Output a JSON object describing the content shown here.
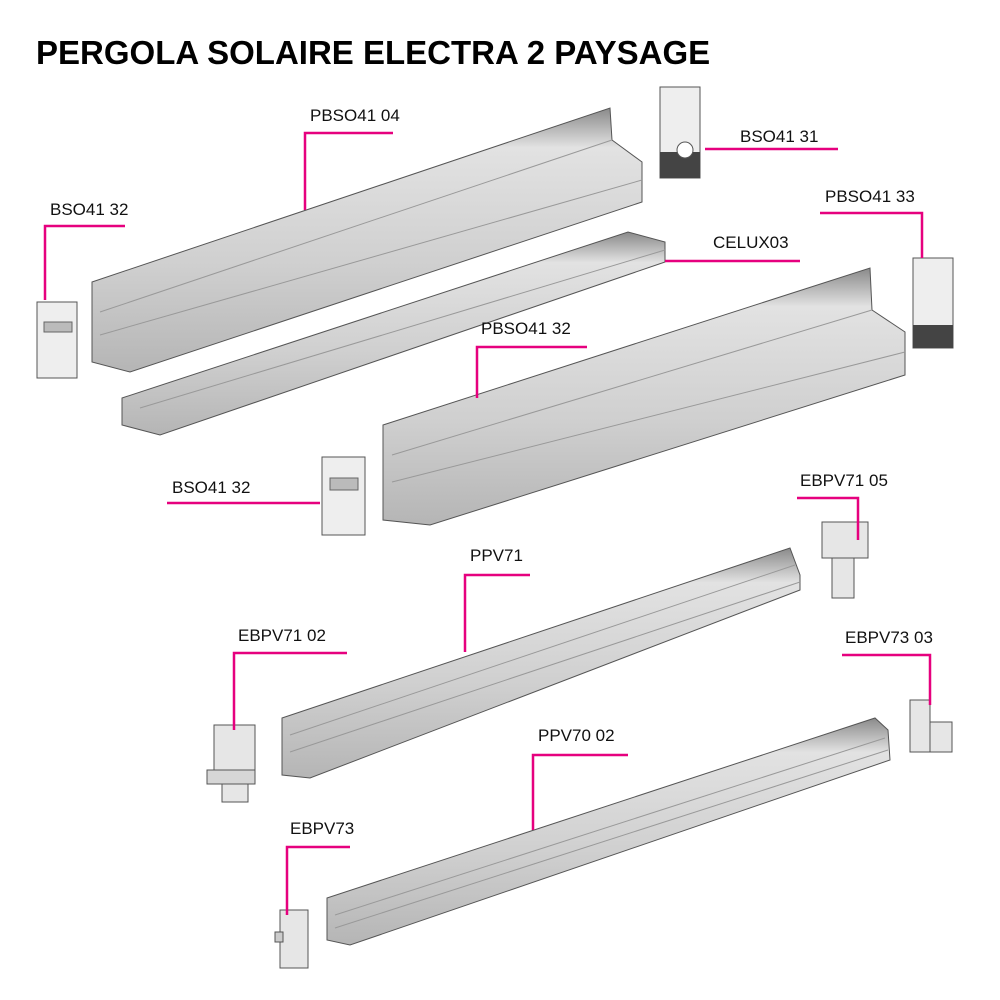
{
  "title": "PERGOLA SOLAIRE ELECTRA 2 PAYSAGE",
  "leader_color": "#e6007e",
  "parts": {
    "pbso41_04": "PBSO41 04",
    "bso41_31": "BSO41 31",
    "bso41_32_top": "BSO41 32",
    "pbso41_33": "PBSO41 33",
    "celux03": "CELUX03",
    "pbso41_32": "PBSO41 32",
    "bso41_32_mid": "BSO41 32",
    "ebpv71_05": "EBPV71 05",
    "ppv71": "PPV71",
    "ebpv71_02": "EBPV71 02",
    "ebpv73_03": "EBPV73 03",
    "ppv70_02": "PPV70 02",
    "ebpv73": "EBPV73"
  }
}
